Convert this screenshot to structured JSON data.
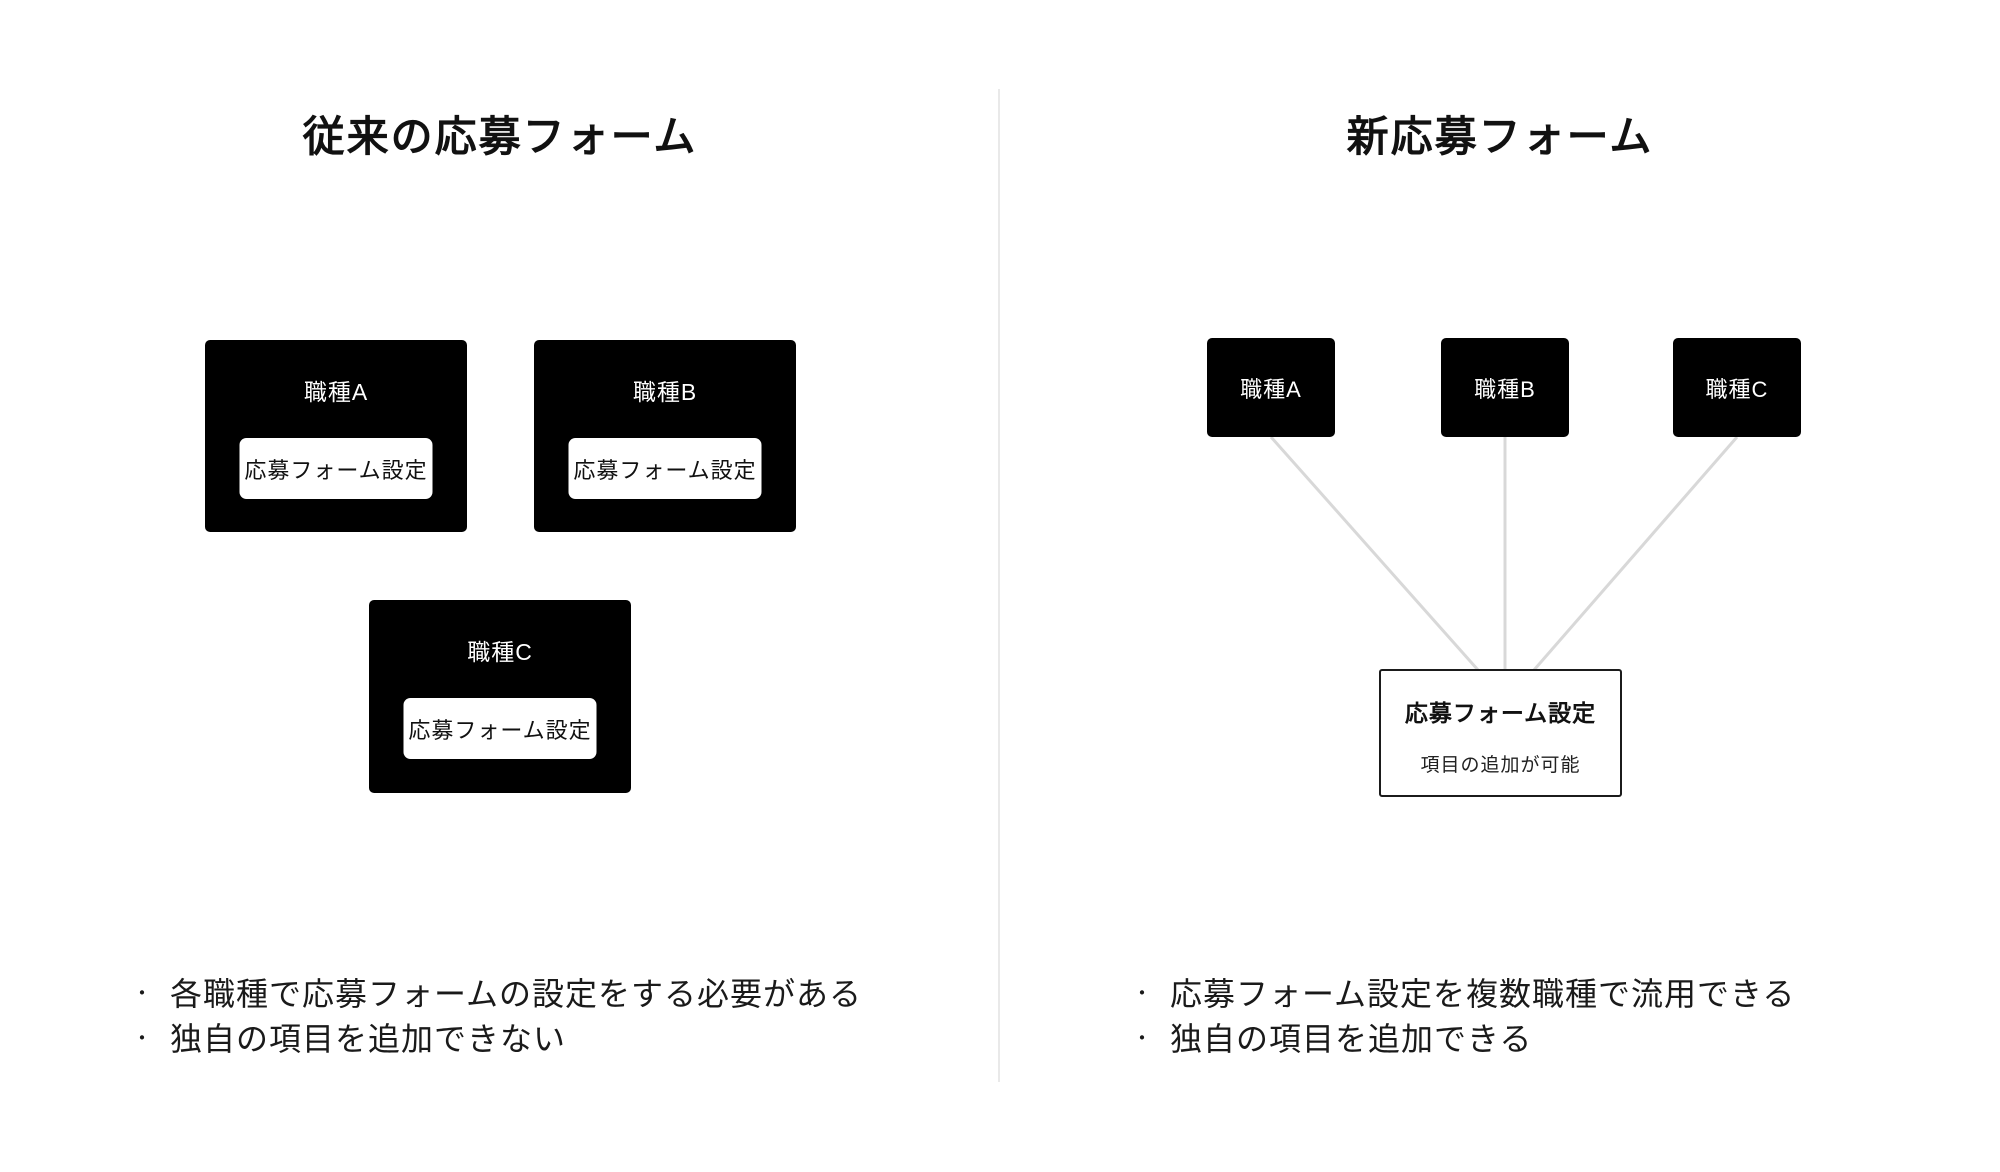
{
  "bullet": "・",
  "left_panel": {
    "title": "従来の応募フォーム",
    "jobs": [
      {
        "label": "職種A",
        "setting_label": "応募フォーム設定"
      },
      {
        "label": "職種B",
        "setting_label": "応募フォーム設定"
      },
      {
        "label": "職種C",
        "setting_label": "応募フォーム設定"
      }
    ],
    "notes": [
      "各職種で応募フォームの設定をする必要がある",
      "独自の項目を追加できない"
    ]
  },
  "right_panel": {
    "title": "新応募フォーム",
    "jobs": [
      {
        "label": "職種A"
      },
      {
        "label": "職種B"
      },
      {
        "label": "職種C"
      }
    ],
    "shared_setting": {
      "title": "応募フォーム設定",
      "subtitle": "項目の追加が可能"
    },
    "notes": [
      "応募フォーム設定を複数職種で流用できる",
      "独自の項目を追加できる"
    ]
  },
  "colors": {
    "box_black": "#000000",
    "box_text_white": "#ffffff",
    "connector_gray": "#d8d8d8",
    "divider_gray": "#e9e9e9",
    "border_dark": "#1b1b1b",
    "text_dark": "#1a1a1a"
  }
}
